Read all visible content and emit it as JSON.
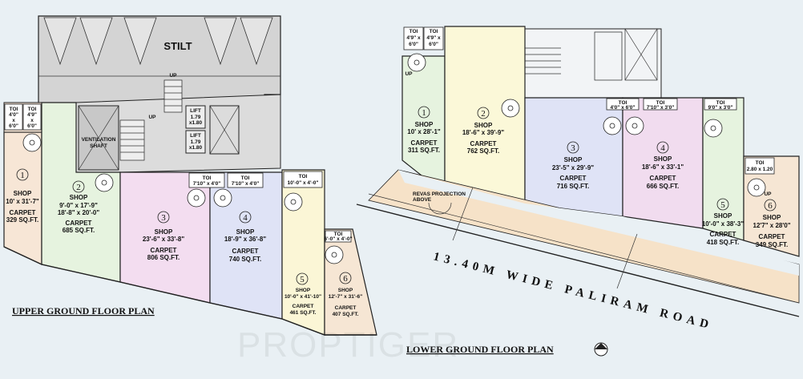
{
  "upper_plan": {
    "title": "UPPER GROUND FLOOR PLAN",
    "stilt": "STILT",
    "up": "UP",
    "ventilation": [
      "VENTILATION",
      "SHAFT"
    ],
    "lifts": [
      {
        "label": "LIFT",
        "dims": [
          "1.79",
          "x1.80"
        ]
      },
      {
        "label": "LIFT",
        "dims": [
          "1.79",
          "x1.80"
        ]
      }
    ],
    "toilets": [
      {
        "label": "TOI",
        "dims": [
          "4'0\"",
          "x",
          "6'0\""
        ]
      },
      {
        "label": "TOI",
        "dims": [
          "4'9\"",
          "x",
          "6'0\""
        ]
      },
      {
        "label": "TOI",
        "dims": [
          "7'10\" x 4'0\""
        ]
      },
      {
        "label": "TOI",
        "dims": [
          "7'10\" x 4'0\""
        ]
      },
      {
        "label": "TOI",
        "dims": [
          "10'-0\" x 4'-0\""
        ]
      },
      {
        "label": "TOI",
        "dims": [
          "6'-0\" x 4'-0\""
        ]
      }
    ],
    "shops": [
      {
        "num": "1",
        "label": "SHOP",
        "dims": "10' x 31'-7\"",
        "carpet": "CARPET",
        "area": "329 SQ.FT."
      },
      {
        "num": "2",
        "label": "SHOP",
        "dims": "9'-0\" x 17'-9\"",
        "dims2": "18'-8\" x 20'-0\"",
        "carpet": "CARPET",
        "area": "685 SQ.FT."
      },
      {
        "num": "3",
        "label": "SHOP",
        "dims": "23'-6\" x 33'-8\"",
        "carpet": "CARPET",
        "area": "806 SQ.FT."
      },
      {
        "num": "4",
        "label": "SHOP",
        "dims": "18'-9\" x 36'-8\"",
        "carpet": "CARPET",
        "area": "740 SQ.FT."
      },
      {
        "num": "5",
        "label": "SHOP",
        "dims": "10'-0\" x 41'-10\"",
        "carpet": "CARPET",
        "area": "461 SQ.FT."
      },
      {
        "num": "6",
        "label": "SHOP",
        "dims": "12'-7\" x 31'-6\"",
        "carpet": "CARPET",
        "area": "407 SQ.FT."
      }
    ]
  },
  "lower_plan": {
    "title": "LOWER GROUND FLOOR PLAN",
    "up": "UP",
    "road": "13.40M WIDE PALIRAM ROAD",
    "projection": [
      "REVAS PROJECTION",
      "ABOVE"
    ],
    "toilets": [
      {
        "label": "TOI",
        "dims": [
          "4'9\" x",
          "6'0\""
        ]
      },
      {
        "label": "TOI",
        "dims": [
          "4'9\" x",
          "6'0\""
        ]
      },
      {
        "label": "TOI",
        "dims": [
          "4'0\" x 6'0\""
        ]
      },
      {
        "label": "TOI",
        "dims": [
          "7'10\" x 3'0\""
        ]
      },
      {
        "label": "TOI",
        "dims": [
          "9'0\" x 3'0\""
        ]
      },
      {
        "label": "TOI",
        "dims": [
          "2.80 x 1.20"
        ]
      }
    ],
    "shops": [
      {
        "num": "1",
        "label": "SHOP",
        "dims": "10' x 28'-1\"",
        "carpet": "CARPET",
        "area": "311 SQ.FT."
      },
      {
        "num": "2",
        "label": "SHOP",
        "dims": "18'-6\" x 39'-9\"",
        "carpet": "CARPET",
        "area": "762 SQ.FT."
      },
      {
        "num": "3",
        "label": "SHOP",
        "dims": "23'-5\" x 29'-9\"",
        "carpet": "CARPET",
        "area": "716 SQ.FT."
      },
      {
        "num": "4",
        "label": "SHOP",
        "dims": "18'-6\" x 33'-1\"",
        "carpet": "CARPET",
        "area": "666 SQ.FT."
      },
      {
        "num": "5",
        "label": "SHOP",
        "dims": "10'-0\" x 38'-3\"",
        "carpet": "CARPET",
        "area": "418 SQ.FT."
      },
      {
        "num": "6",
        "label": "SHOP",
        "dims": "12'7\" x 28'0\"",
        "carpet": "CARPET",
        "area": "349 SQ.FT."
      }
    ]
  },
  "watermark": "PROPTIGER",
  "colors": {
    "background": "#e9f0f4",
    "shop_1": "#f7e6d6",
    "shop_2": "#e6f3df",
    "shop_3": "#f3ddf0",
    "shop_4": "#dfe3f6",
    "shop_5": "#fbf6d6",
    "shop_6": "#f6e6d4",
    "lower_shop_2": "#fbf8d8",
    "lower_shop_4": "#f1dcef",
    "core": "#d4d4d4",
    "road_strip": "#e9f0f4"
  }
}
